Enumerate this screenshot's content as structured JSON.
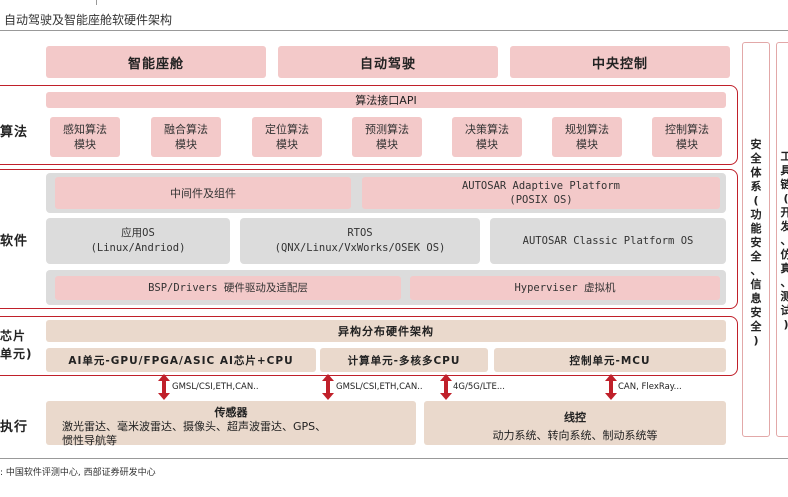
{
  "title": "自动驾驶及智能座舱软硬件架构",
  "top_row": [
    "智能座舱",
    "自动驾驶",
    "中央控制"
  ],
  "algorithm": {
    "label": "算法",
    "api": "算法接口API",
    "modules": [
      "感知算法\n模块",
      "融合算法\n模块",
      "定位算法\n模块",
      "预测算法\n模块",
      "决策算法\n模块",
      "规划算法\n模块",
      "控制算法\n模块"
    ]
  },
  "software": {
    "label": "软件",
    "middleware": "中间件及组件",
    "autosar_adaptive": "AUTOSAR Adaptive Platform\n(POSIX OS)",
    "app_os": "应用OS\n(Linux/Andriod)",
    "rtos": "RTOS\n(QNX/Linux/VxWorks/OSEK OS)",
    "autosar_classic": "AUTOSAR Classic Platform OS",
    "bsp": "BSP/Drivers 硬件驱动及适配层",
    "hypervisor": "Hyperviser 虚拟机"
  },
  "chip": {
    "label": "芯片\n单元)",
    "hetero": "异构分布硬件架构",
    "units": [
      "AI单元-GPU/FPGA/ASIC AI芯片+CPU",
      "计算单元-多核多CPU",
      "控制单元-MCU"
    ]
  },
  "connectors": [
    "GMSL/CSI,ETH,CAN..",
    "GMSL/CSI,ETH,CAN..",
    "4G/5G/LTE...",
    "CAN, FlexRay..."
  ],
  "execution": {
    "label": "执行",
    "sensor_title": "传感器",
    "sensor_body": "激光雷达、毫米波雷达、摄像头、超声波雷达、GPS、\n惯性导航等",
    "wire_title": "线控",
    "wire_body": "动力系统、转向系统、制动系统等"
  },
  "security": [
    "安",
    "全",
    "体",
    "系",
    "(",
    "功",
    "能",
    "安",
    "全",
    "、",
    "信",
    "息",
    "安",
    "全",
    ")"
  ],
  "toolchain": [
    "工",
    "具",
    "链",
    "(",
    "开",
    "发",
    "、",
    "仿",
    "真",
    "、",
    "测",
    "试",
    ")"
  ],
  "source": ": 中国软件评测中心, 西部证券研发中心",
  "colors": {
    "pink": "#f3c9c9",
    "red": "#c0202a",
    "gray": "#dcdcdc",
    "tan": "#ead9cc"
  }
}
